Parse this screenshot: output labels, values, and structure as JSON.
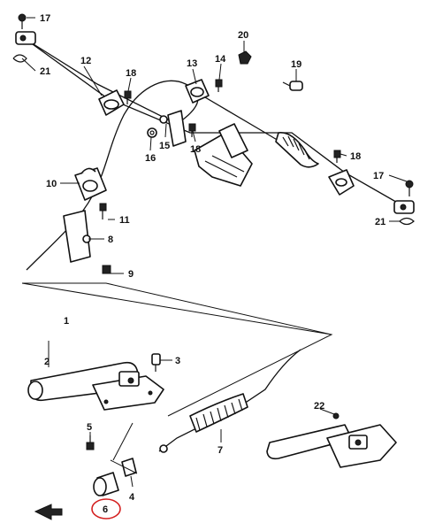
{
  "diagram": {
    "colors": {
      "ink": "#111111",
      "highlight": "#d42020",
      "background": "#ffffff"
    },
    "callouts": {
      "c17a": "17",
      "c21a": "21",
      "c12": "12",
      "c18a": "18",
      "c13": "13",
      "c14": "14",
      "c20": "20",
      "c19": "19",
      "c15": "15",
      "c16": "16",
      "c18b": "18",
      "c18c": "18",
      "c17b": "17",
      "c21b": "21",
      "c10": "10",
      "c11": "11",
      "c8": "8",
      "c9": "9",
      "c1": "1",
      "c2": "2",
      "c3": "3",
      "c7": "7",
      "c22": "22",
      "c5": "5",
      "c4": "4",
      "c6": "6"
    },
    "highlighted_callout": "6",
    "front_arrow_icon": "front-arrow-icon"
  }
}
